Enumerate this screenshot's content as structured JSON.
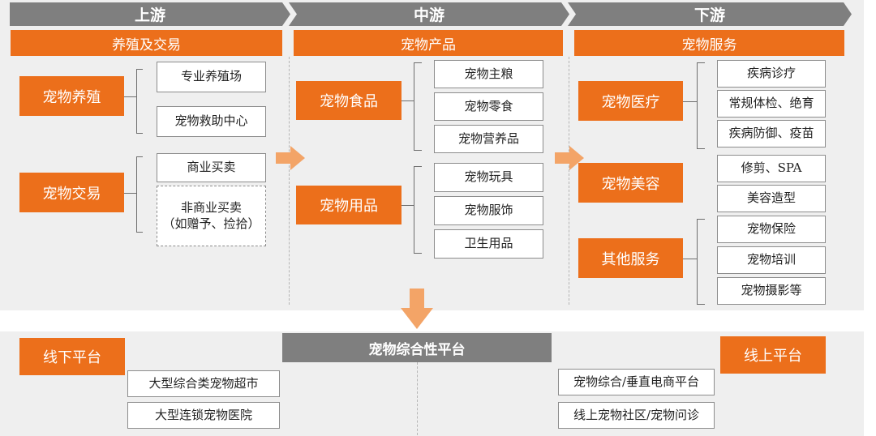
{
  "stages": {
    "upstream": "上游",
    "midstream": "中游",
    "downstream": "下游"
  },
  "columns": {
    "upstream": {
      "header": "养殖及交易",
      "groups": [
        {
          "label": "宠物养殖",
          "items": [
            "专业养殖场",
            "宠物救助中心"
          ]
        },
        {
          "label": "宠物交易",
          "items": [
            "商业买卖",
            "非商业买卖\n（如赠予、捡拾）"
          ]
        }
      ]
    },
    "midstream": {
      "header": "宠物产品",
      "groups": [
        {
          "label": "宠物食品",
          "items": [
            "宠物主粮",
            "宠物零食",
            "宠物营养品"
          ]
        },
        {
          "label": "宠物用品",
          "items": [
            "宠物玩具",
            "宠物服饰",
            "卫生用品"
          ]
        }
      ]
    },
    "downstream": {
      "header": "宠物服务",
      "groups": [
        {
          "label": "宠物医疗",
          "items": [
            "疾病诊疗",
            "常规体检、绝育",
            "疾病防御、疫苗"
          ]
        },
        {
          "label": "宠物美容",
          "items": [
            "修剪、SPA",
            "美容造型"
          ]
        },
        {
          "label": "其他服务",
          "items": [
            "宠物保险",
            "宠物培训",
            "宠物摄影等"
          ]
        }
      ]
    }
  },
  "platform": {
    "center_title": "宠物综合性平台",
    "offline": {
      "label": "线下平台",
      "items": [
        "大型综合类宠物超市",
        "大型连锁宠物医院"
      ]
    },
    "online": {
      "label": "线上平台",
      "items": [
        "宠物综合/垂直电商平台",
        "线上宠物社区/宠物问诊"
      ]
    }
  },
  "colors": {
    "accent_orange": "#ec6f1b",
    "arrow_orange": "#f3a467",
    "stage_gray": "#7f7f7f",
    "panel_gray": "#efefef"
  }
}
